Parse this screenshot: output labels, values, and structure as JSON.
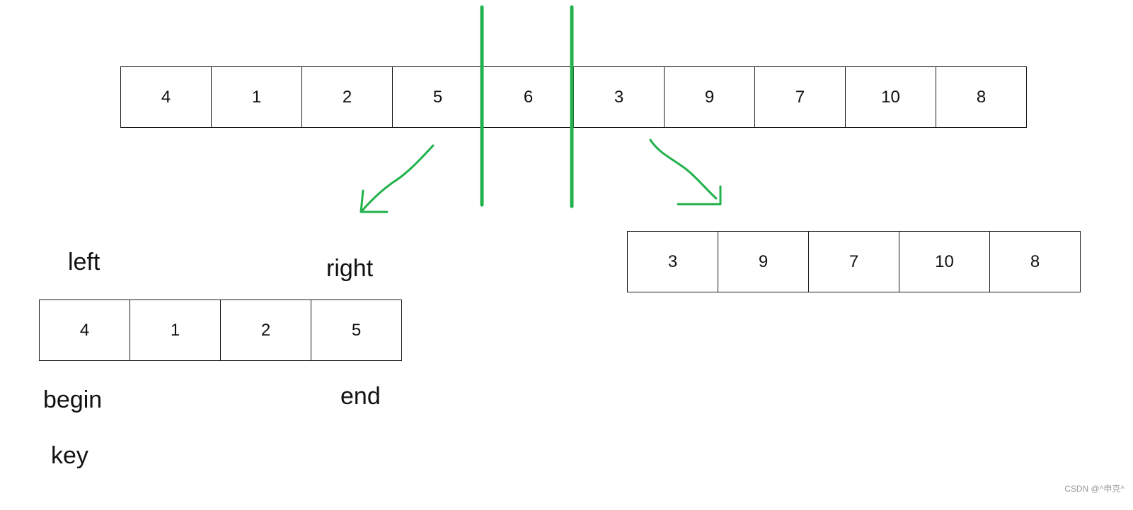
{
  "top_array": {
    "values": [
      "4",
      "1",
      "2",
      "5",
      "6",
      "3",
      "9",
      "7",
      "10",
      "8"
    ]
  },
  "left_subarray": {
    "values": [
      "4",
      "1",
      "2",
      "5"
    ],
    "label_top_left": "left",
    "label_top_right": "right",
    "label_bottom_left": "begin",
    "label_bottom_right": "end",
    "label_key": "key"
  },
  "right_subarray": {
    "values": [
      "3",
      "9",
      "7",
      "10",
      "8"
    ]
  },
  "annotation_color": "#22b14c",
  "watermark": "CSDN @^申克^"
}
